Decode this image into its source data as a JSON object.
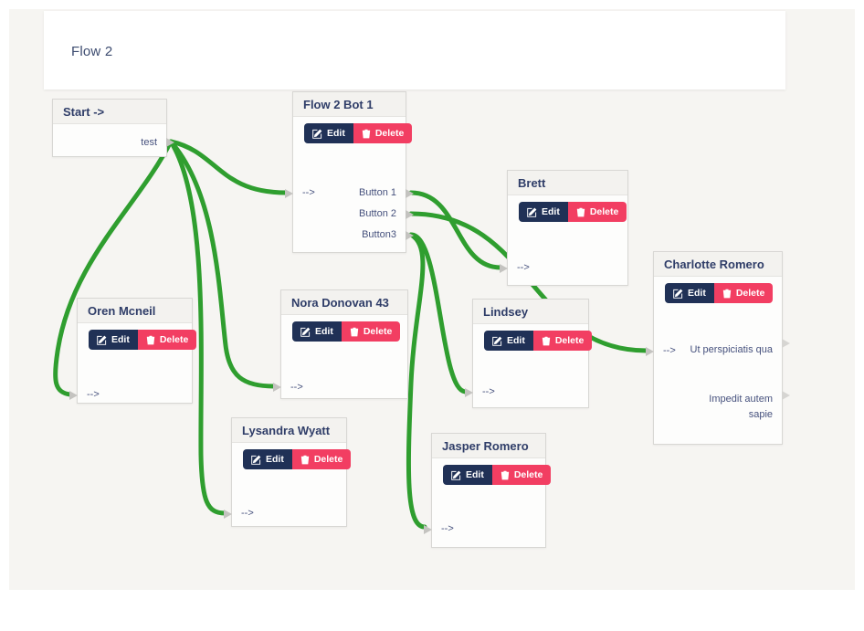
{
  "page": {
    "title": "Flow 2"
  },
  "labels": {
    "edit": "Edit",
    "delete": "Delete",
    "io_arrow": "-->"
  },
  "colors": {
    "wire_green": "#2f9e2f",
    "edit_button": "#203156",
    "delete_button": "#f23e62",
    "node_title": "#2f3d68",
    "canvas_bg": "#f6f5f2"
  },
  "nodes": [
    {
      "id": "start",
      "title": "Start ->",
      "outputs": [
        "test"
      ]
    },
    {
      "id": "flow-2-bot-1",
      "title": "Flow 2 Bot 1",
      "input": "-->",
      "outputs": [
        "Button 1",
        "Button 2",
        "Button3"
      ]
    },
    {
      "id": "brett",
      "title": "Brett",
      "input": "-->"
    },
    {
      "id": "charlotte-romero",
      "title": "Charlotte Romero",
      "input": "-->",
      "outputs": [
        "Ut perspiciatis qua",
        "Impedit autem sapie"
      ]
    },
    {
      "id": "oren-mcneil",
      "title": "Oren Mcneil",
      "input": "-->"
    },
    {
      "id": "nora-donovan-43",
      "title": "Nora Donovan 43",
      "input": "-->"
    },
    {
      "id": "lindsey",
      "title": "Lindsey",
      "input": "-->"
    },
    {
      "id": "lysandra-wyatt",
      "title": "Lysandra Wyatt",
      "input": "-->"
    },
    {
      "id": "jasper-romero",
      "title": "Jasper Romero",
      "input": "-->"
    }
  ],
  "connections": [
    {
      "from": "start.test",
      "to": "flow-2-bot-1"
    },
    {
      "from": "start.test",
      "to": "oren-mcneil"
    },
    {
      "from": "start.test",
      "to": "nora-donovan-43"
    },
    {
      "from": "start.test",
      "to": "lysandra-wyatt"
    },
    {
      "from": "flow-2-bot-1.Button 1",
      "to": "brett"
    },
    {
      "from": "flow-2-bot-1.Button 2",
      "to": "charlotte-romero"
    },
    {
      "from": "flow-2-bot-1.Button3",
      "to": "lindsey"
    },
    {
      "from": "flow-2-bot-1.Button3",
      "to": "jasper-romero"
    }
  ]
}
